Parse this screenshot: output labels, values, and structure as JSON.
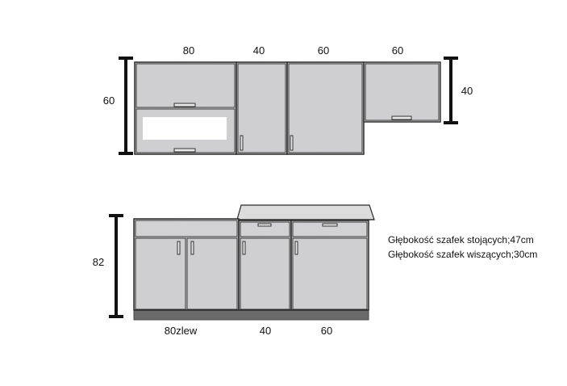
{
  "upper": {
    "widths": [
      "80",
      "40",
      "60",
      "60"
    ],
    "height_label": "60",
    "corner_height_label": "40"
  },
  "lower": {
    "widths": [
      "80zlew",
      "40",
      "60"
    ],
    "height_label": "82"
  },
  "notes": [
    "Głębokość szafek stojących;47cm",
    "Głębokość szafek wiszących;30cm"
  ],
  "colors": {
    "cabinet": "#cdcdcf",
    "outline": "#2b2b2b",
    "dimension_bar": "#111111",
    "plinth": "#6b6b6b",
    "countertop": "#dcdcdc"
  }
}
